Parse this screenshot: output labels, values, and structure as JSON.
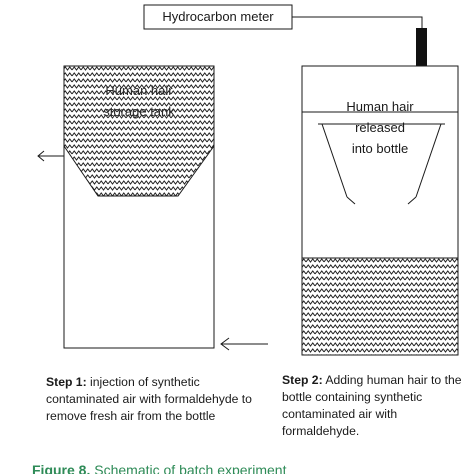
{
  "meter": {
    "label": "Hydrocarbon meter"
  },
  "left_tank": {
    "label_lines": [
      "Human hair",
      "storage tank"
    ]
  },
  "right_bottle": {
    "label_lines": [
      "Human hair",
      "released",
      "into bottle"
    ]
  },
  "captions": {
    "step1": {
      "step": "Step 1:",
      "text": " injection of synthetic contaminated air with formaldehyde to remove fresh air from the bottle"
    },
    "step2": {
      "step": "Step 2:",
      "text": " Adding human hair to the bottle containing synthetic contaminated air with formaldehyde."
    }
  },
  "figure_caption": {
    "number": "Figure 8.",
    "text": " Schematic of batch experiment"
  },
  "colors": {
    "line": "#1a1a1a",
    "hair": "#222222",
    "caption": "#2e8b57"
  }
}
